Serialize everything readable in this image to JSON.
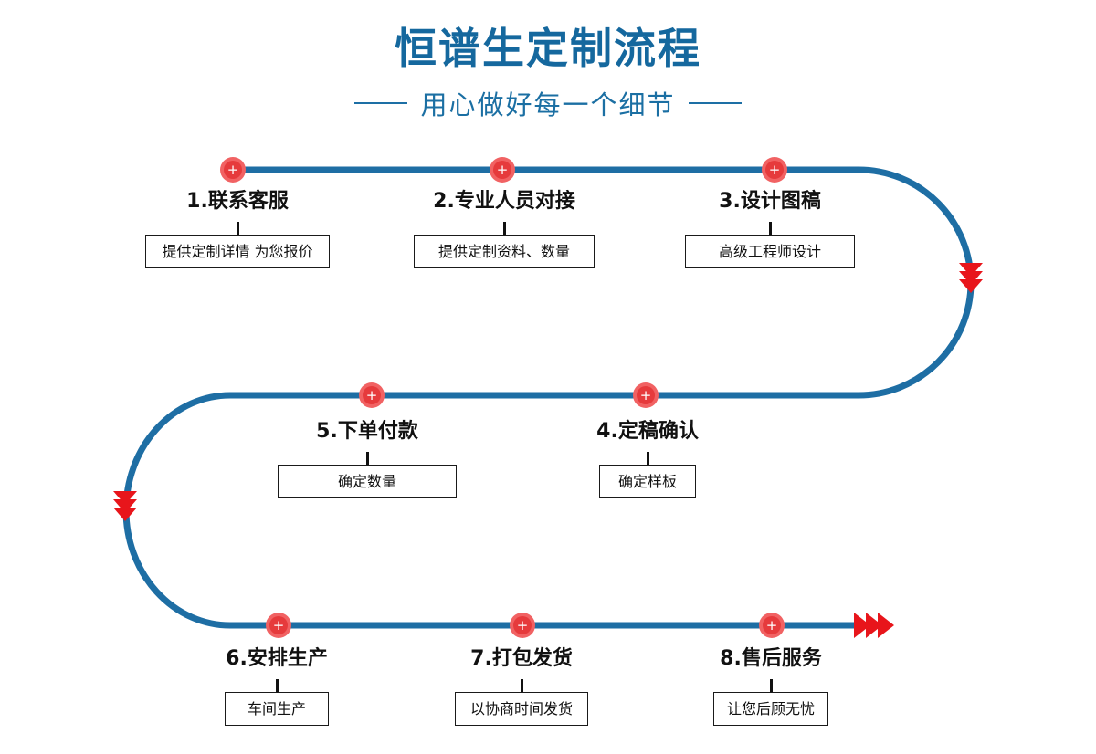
{
  "header": {
    "title": "恒谱生定制流程",
    "subtitle": "用心做好每一个细节"
  },
  "icons": {
    "node_plus": "+",
    "down_arrow": "triple-chevron-down",
    "end_arrow": "triple-chevron-right"
  },
  "colors": {
    "title_blue": "#15689e",
    "path_blue": "#1e6ea4",
    "node_red_outer": "#f16263",
    "node_red_inner": "#e63a3c",
    "arrow_red": "#e8151b",
    "box_border": "#1a1a1a",
    "text_black": "#111111"
  },
  "steps": [
    {
      "label": "1.联系客服",
      "note": "提供定制详情 为您报价"
    },
    {
      "label": "2.专业人员对接",
      "note": "提供定制资料、数量"
    },
    {
      "label": "3.设计图稿",
      "note": "高级工程师设计"
    },
    {
      "label": "4.定稿确认",
      "note": "确定样板"
    },
    {
      "label": "5.下单付款",
      "note": "确定数量"
    },
    {
      "label": "6.安排生产",
      "note": "车间生产"
    },
    {
      "label": "7.打包发货",
      "note": "以协商时间发货"
    },
    {
      "label": "8.售后服务",
      "note": "让您后顾无忧"
    }
  ]
}
